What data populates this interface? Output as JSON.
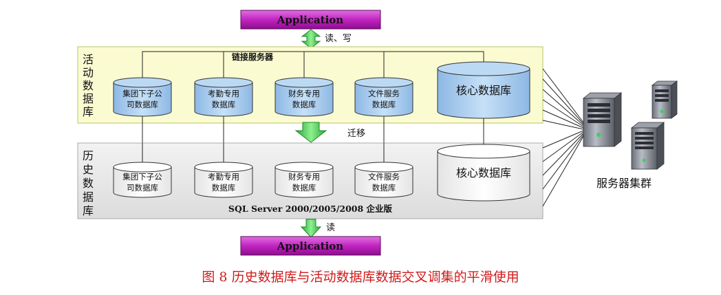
{
  "app_top_label": "Application",
  "app_bottom_label": "Application",
  "arrow_top_label": "读、写",
  "arrow_middle_label": "迁移",
  "arrow_bottom_label": "读",
  "link_server_label": "链接服务器",
  "active_db": {
    "title_chars": [
      "活",
      "动",
      "数",
      "据",
      "库"
    ],
    "databases": [
      {
        "line1": "集团下子公",
        "line2": "司数据库"
      },
      {
        "line1": "考勤专用",
        "line2": "数据库"
      },
      {
        "line1": "财务专用",
        "line2": "数据库"
      },
      {
        "line1": "文件服务",
        "line2": "数据库"
      }
    ],
    "core_label": "核心数据库"
  },
  "history_db": {
    "title_chars": [
      "历",
      "史",
      "数",
      "据",
      "库"
    ],
    "databases": [
      {
        "line1": "集团下子公",
        "line2": "司数据库"
      },
      {
        "line1": "考勤专用",
        "line2": "数据库"
      },
      {
        "line1": "财务专用",
        "line2": "数据库"
      },
      {
        "line1": "文件服务",
        "line2": "数据库"
      }
    ],
    "core_label": "核心数据库",
    "edition_label": "SQL Server 2000/2005/2008 企业版"
  },
  "server_cluster_label": "服务器集群",
  "caption": {
    "number": "图 8",
    "text": "历史数据库与活动数据库数据交叉调集的平滑使用"
  },
  "colors": {
    "active_panel": "#fbfbd2",
    "history_panel": "#e8e8e8",
    "active_db_fill": "#a9cdee",
    "history_db_fill": "#ffffff",
    "app_box": "#c224c2",
    "arrow_green": "#38c24a",
    "caption_red": "#d11a1a"
  }
}
